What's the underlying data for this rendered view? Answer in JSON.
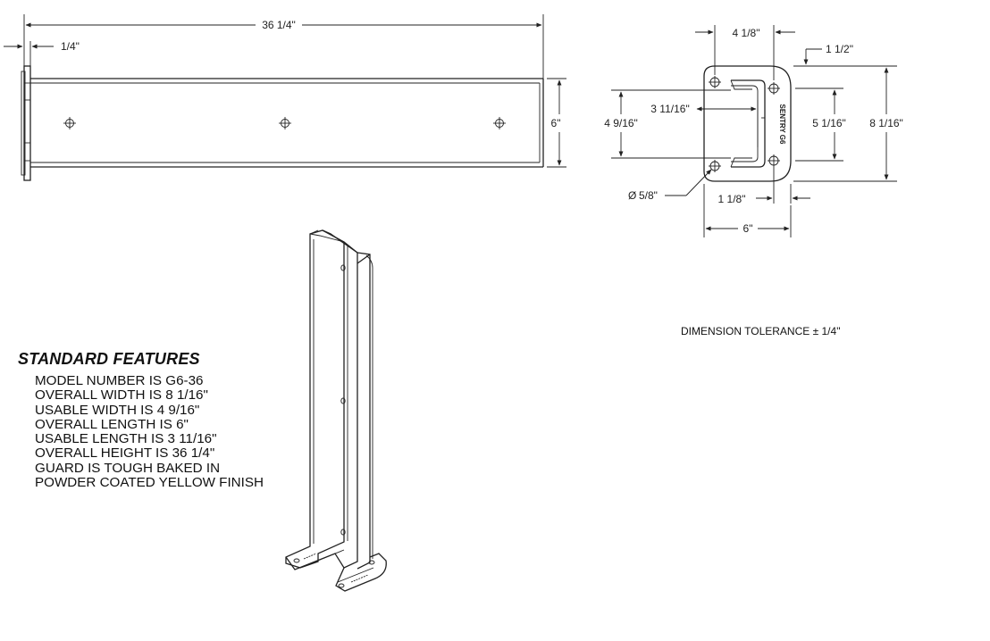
{
  "side_view": {
    "overall_height_dim": "36 1/4\"",
    "plate_dim": "1/4\"",
    "width_dim": "6\""
  },
  "top_view": {
    "flange_dim": "4 1/8\"",
    "inset_dim": "1 1/2\"",
    "usable_length_dim": "3 11/16\"",
    "usable_width_dim": "4 9/16\"",
    "hole_spacing_dim": "5 1/16\"",
    "overall_width_dim": "8 1/16\"",
    "hole_diameter_dim": "5/8\"",
    "hole_symbol": "Ø",
    "edge_offset_dim": "1 1/8\"",
    "overall_length_dim": "6\"",
    "emboss_text": "SENTRY G6"
  },
  "features": {
    "title": "STANDARD FEATURES",
    "items": [
      "MODEL NUMBER IS G6-36",
      "OVERALL WIDTH IS 8 1/16\"",
      "USABLE WIDTH IS 4 9/16\"",
      "OVERALL LENGTH IS 6\"",
      "USABLE LENGTH IS 3 11/16\"",
      "OVERALL HEIGHT IS 36 1/4\"",
      "GUARD IS TOUGH BAKED IN",
      "POWDER COATED YELLOW FINISH"
    ]
  },
  "tolerance_note": "DIMENSION TOLERANCE ± 1/4\""
}
